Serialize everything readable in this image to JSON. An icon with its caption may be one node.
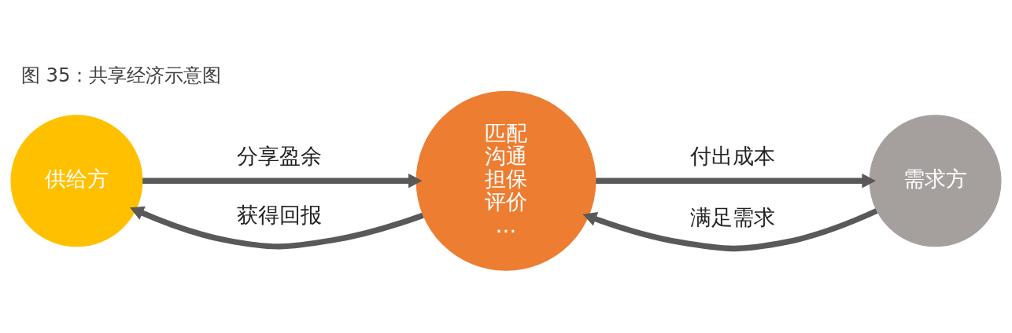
{
  "diagram": {
    "title": "图 35：共享经济示意图",
    "nodes": [
      {
        "text": [
          "供给方"
        ]
      },
      {
        "text": [
          "匹配",
          "沟通",
          "担保",
          "评价",
          "…"
        ]
      },
      {
        "text": [
          "需求方"
        ]
      }
    ],
    "edges": [
      {
        "from": 0,
        "to": 1,
        "arrow": "to",
        "label": "分享盈余"
      },
      {
        "from": 1,
        "to": 0,
        "arrow": "to",
        "label": "获得回报"
      },
      {
        "from": 2,
        "to": 1,
        "arrow": "to",
        "label": "满足需求"
      },
      {
        "from": 1,
        "to": 2,
        "arrow": "to",
        "label": "付出成本"
      }
    ]
  }
}
